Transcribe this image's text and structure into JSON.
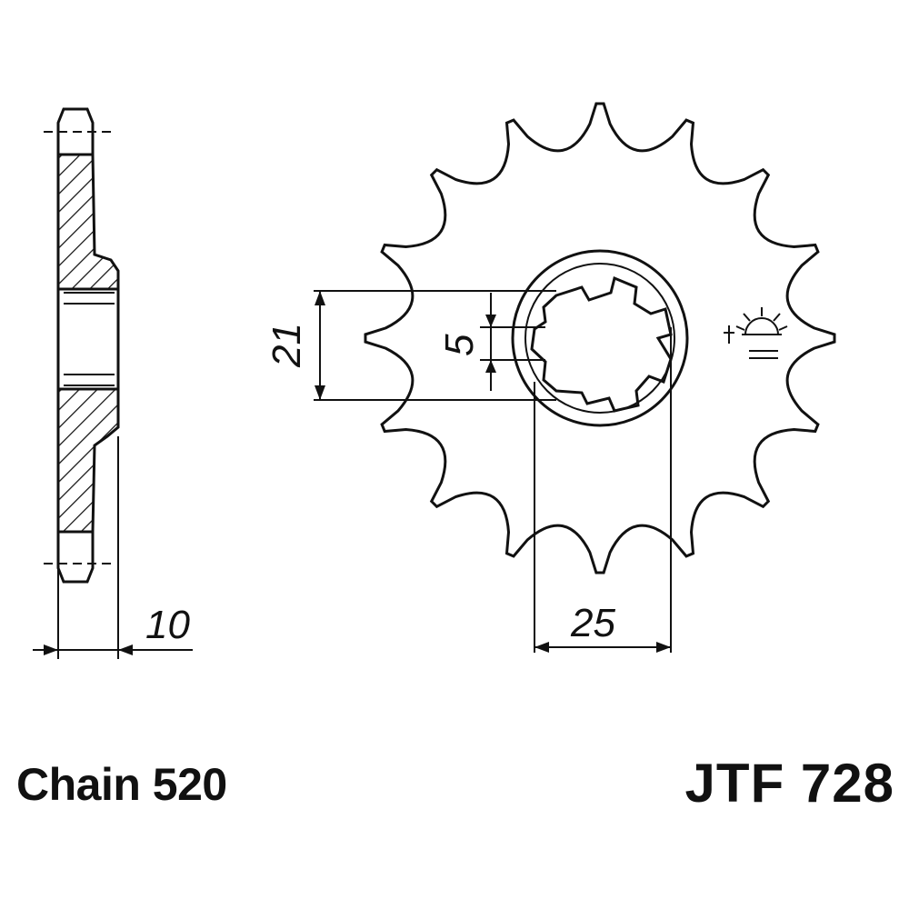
{
  "drawing": {
    "dimensions": {
      "height_label": "21",
      "keyway_label": "5",
      "bore_label": "25",
      "thickness_label": "10"
    },
    "teeth_count": 16,
    "stroke_color": "#111111",
    "hatch_color": "#111111"
  },
  "captions": {
    "chain": "Chain 520",
    "part_number": "JTF 728"
  },
  "icons": {
    "orientation_mark": "sun-symbol-icon"
  }
}
